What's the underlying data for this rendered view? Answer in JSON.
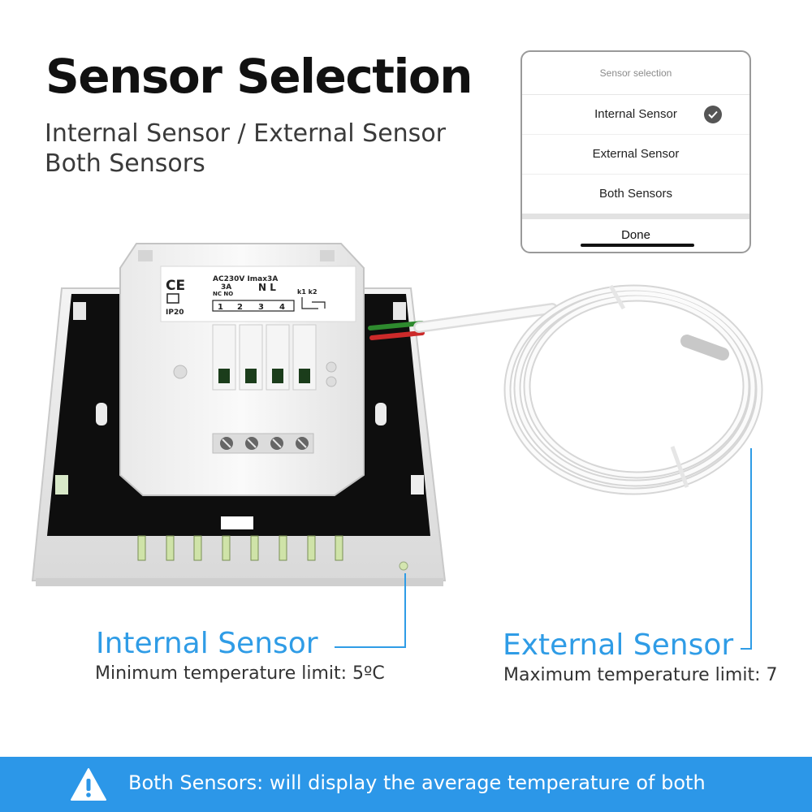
{
  "heading": {
    "title": "Sensor Selection",
    "subtitle_lines": [
      "Internal Sensor / External Sensor",
      "Both Sensors"
    ]
  },
  "sensor_sheet": {
    "title": "Sensor selection",
    "options": [
      {
        "label": "Internal Sensor",
        "selected": true
      },
      {
        "label": "External Sensor",
        "selected": false
      },
      {
        "label": "Both Sensors",
        "selected": false
      }
    ],
    "done_label": "Done"
  },
  "device_labels": {
    "ce_mark": "CE",
    "ip_rating": "IP20",
    "rating": "AC230V Imax3A",
    "current": "3A",
    "terminal_letters": "N L",
    "nc_no": "NC NO",
    "k_labels": "k1 k2",
    "terminals": [
      "1",
      "2",
      "3",
      "4"
    ]
  },
  "callouts": {
    "internal": {
      "title": "Internal Sensor",
      "description": "Minimum temperature limit: 5ºC"
    },
    "external": {
      "title": "External Sensor",
      "description": "Maximum temperature limit: 7"
    }
  },
  "banner": {
    "text": "Both Sensors: will display the average temperature of both",
    "icon": "warning-icon"
  },
  "colors": {
    "accent": "#2f9ce6",
    "banner": "#2c97e8",
    "title": "#111111"
  }
}
